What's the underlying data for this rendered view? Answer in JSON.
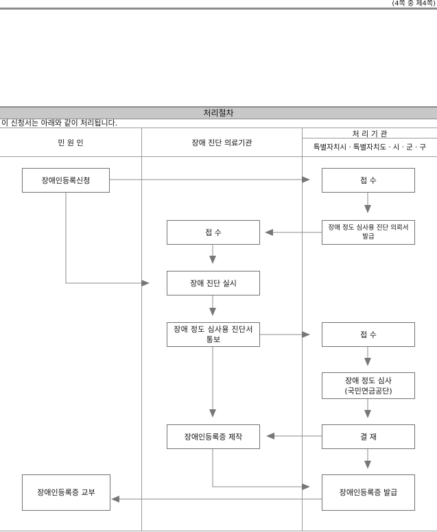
{
  "page_number": "(4쪽 중 제4쪽)",
  "section_title": "처리절차",
  "intro_text": "이 신청서는 아래와 같이 처리됩니다.",
  "columns": {
    "applicant": "민 원 인",
    "medical": "장애 진단 의료기관",
    "agency": "처 리 기 관",
    "agency_sub": "특별자치시ㆍ특별자치도ㆍ시ㆍ군ㆍ구"
  },
  "steps": {
    "apply": "장애인등록신청",
    "receive_1": "접      수",
    "diagnosis_request": "장애 정도 심사용 진단 의뢰서\n발급",
    "receive_2": "접      수",
    "diagnosis": "장애 진단 실시",
    "diagnosis_notice": "장애 정도 심사용 진단서\n통보",
    "receive_3": "접      수",
    "assessment": "장애 정도 심사\n(국민연금공단)",
    "card_make": "장애인등록증 제작",
    "approval": "결      재",
    "card_deliver": "장애인등록증 교부",
    "card_issue": "장애인등록증 발급"
  }
}
